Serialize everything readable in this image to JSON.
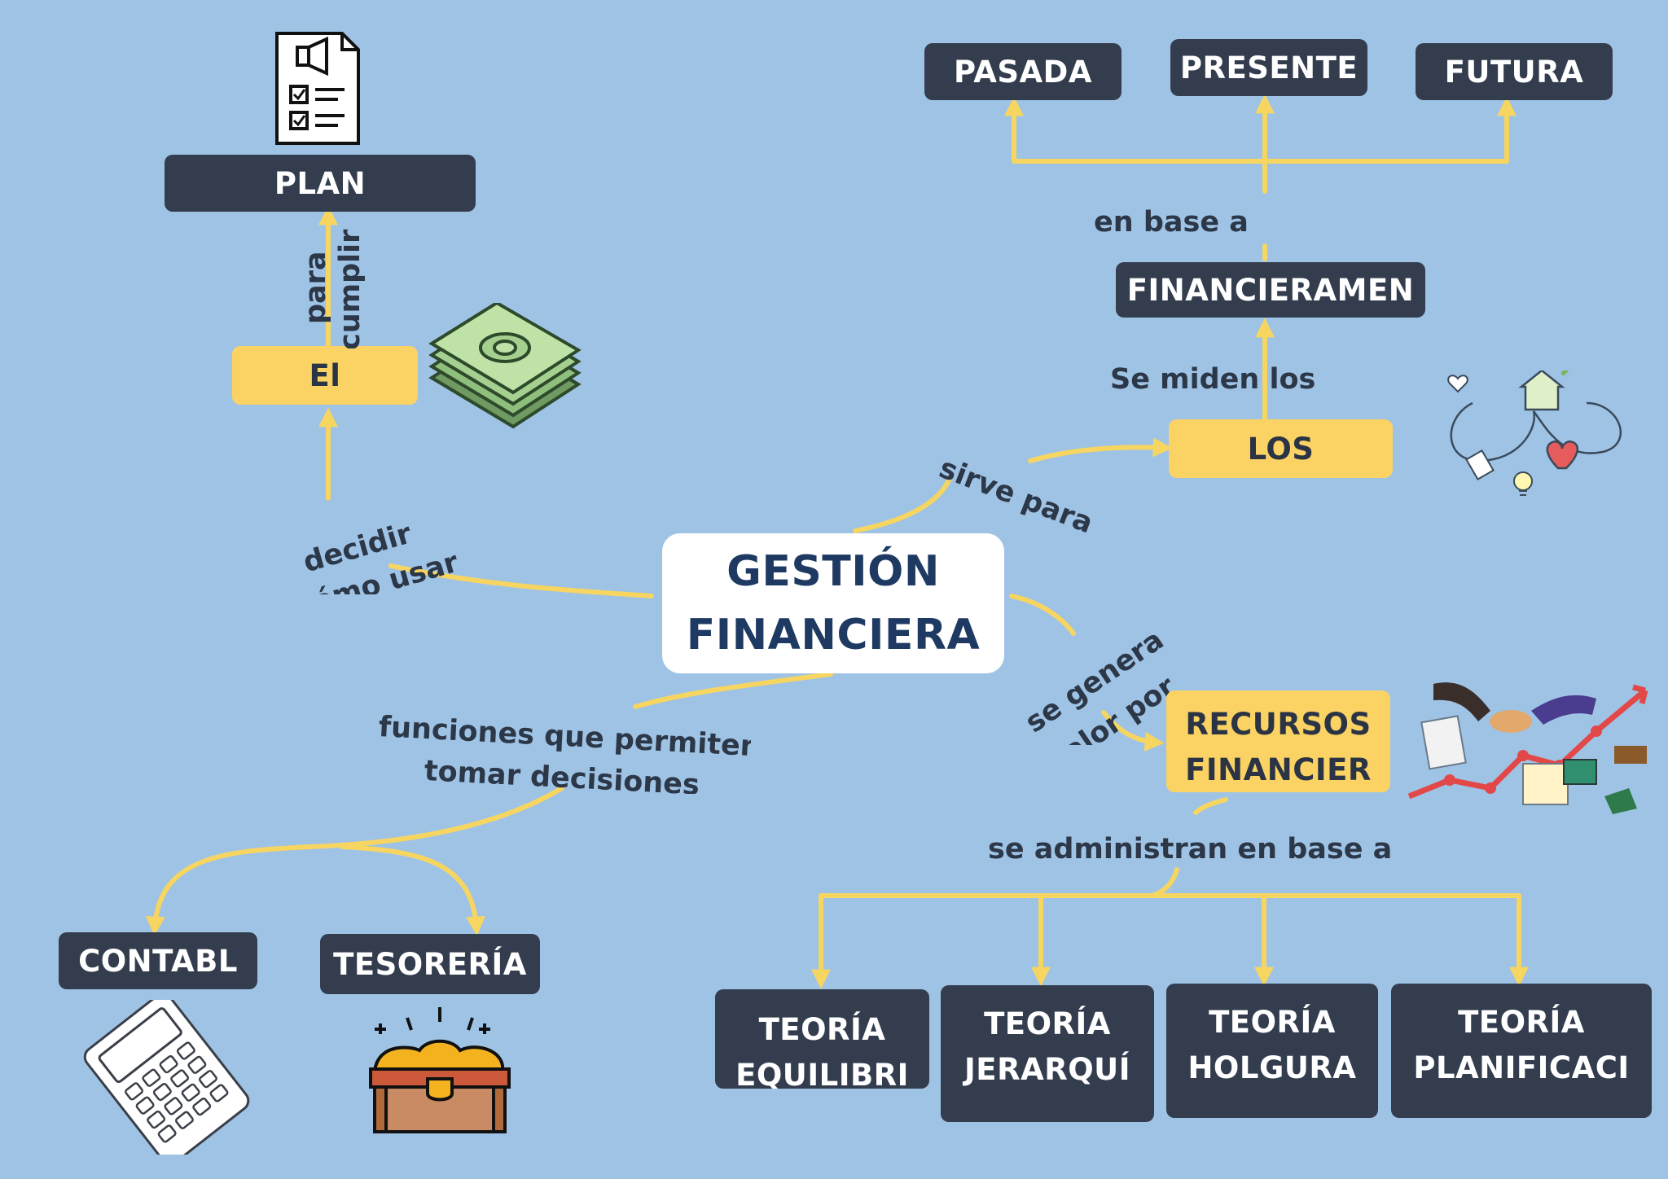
{
  "colors": {
    "background": "#9fc3e5",
    "node_dark": "#333d4e",
    "node_yellow": "#fbd364",
    "connector": "#f7d561",
    "center_text": "#1e3a63"
  },
  "center": {
    "line1": "GESTIÓN",
    "line2": "FINANCIERA"
  },
  "nodes": {
    "plan": "PLAN",
    "el": "El",
    "pasada": "PASADA",
    "presente": "PRESENTE",
    "futura": "FUTURA",
    "financieramen": "FINANCIERAMEN",
    "los": "LOS",
    "recursos_line1": "RECURSOS",
    "recursos_line2": "FINANCIER",
    "contabl": "CONTABL",
    "tesoreria": "TESORERÍA",
    "teoria_1_line1": "TEORÍA",
    "teoria_1_line2": "EQUILIBRI",
    "teoria_2_line1": "TEORÍA",
    "teoria_2_line2": "JERARQUÍ",
    "teoria_3_line1": "TEORÍA",
    "teoria_3_line2": "HOLGURA",
    "teoria_4_line1": "TEORÍA",
    "teoria_4_line2": "PLANIFICACI"
  },
  "labels": {
    "para": "para",
    "cumplir": "cumplir",
    "decidir": "decidir",
    "como_usar": "cómo usar",
    "sirve_para": "sirve para",
    "se_genera": "se genera",
    "valor_por": "valor por",
    "en_base_a": "en base a",
    "se_miden_los": "Se miden los",
    "funciones": "funciones que permiten",
    "tomar_decisiones": "tomar decisiones",
    "se_administran": "se administran en base a"
  },
  "icons": [
    "plan-checklist-icon",
    "money-stack-icon",
    "goals-doodle-icon",
    "business-growth-icon",
    "calculator-icon",
    "treasure-chest-icon"
  ]
}
